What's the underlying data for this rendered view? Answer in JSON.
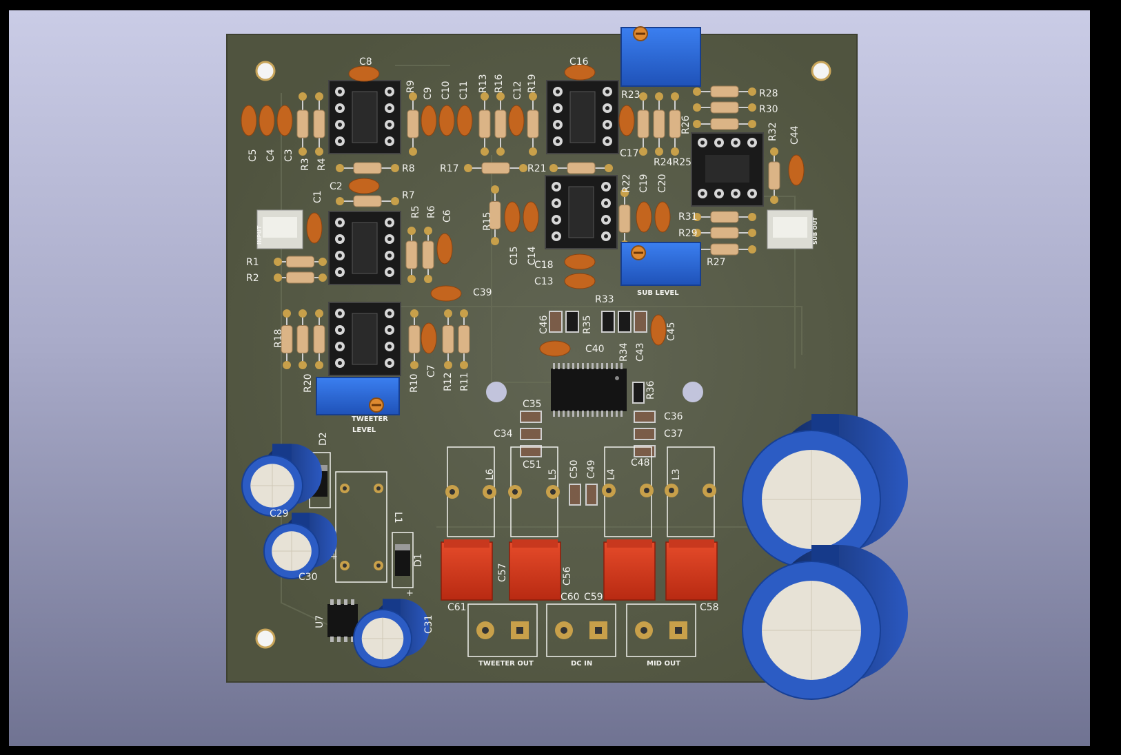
{
  "board": {
    "colors": {
      "background_top": "#cacce6",
      "background_bottom": "#707392",
      "solder_mask": "#585c48",
      "silkscreen": "#f2f2ee",
      "ic_socket": "#1a1a1a",
      "ceramic_cap": "#c4651e",
      "resistor_body": "#dbb486",
      "trimmer": "#2f6ed8",
      "film_cap": "#d8391f",
      "electrolytic_sleeve": "#2c5cc4",
      "pad_gold": "#c8a04a"
    },
    "component_labels": {
      "C1": "C1",
      "C2": "C2",
      "C3": "C3",
      "C4": "C4",
      "C5": "C5",
      "C6": "C6",
      "C7": "C7",
      "C8": "C8",
      "C9": "C9",
      "C10": "C10",
      "C11": "C11",
      "C12": "C12",
      "C13": "C13",
      "C14": "C14",
      "C15": "C15",
      "C16": "C16",
      "C17": "C17",
      "C18": "C18",
      "C19": "C19",
      "C20": "C20",
      "C29": "C29",
      "C30": "C30",
      "C31": "C31",
      "C34": "C34",
      "C35": "C35",
      "C36": "C36",
      "C37": "C37",
      "C39": "C39",
      "C40": "C40",
      "C43": "C43",
      "C44": "C44",
      "C45": "C45",
      "C46": "C46",
      "C48": "C48",
      "C49": "C49",
      "C50": "C50",
      "C51": "C51",
      "C56": "C56",
      "C57": "C57",
      "C58": "C58",
      "C59": "C59",
      "C60": "C60",
      "C61": "C61",
      "R1": "R1",
      "R2": "R2",
      "R3": "R3",
      "R4": "R4",
      "R5": "R5",
      "R6": "R6",
      "R7": "R7",
      "R8": "R8",
      "R9": "R9",
      "R10": "R10",
      "R11": "R11",
      "R12": "R12",
      "R13": "R13",
      "R15": "R15",
      "R16": "R16",
      "R17": "R17",
      "R18": "R18",
      "R19": "R19",
      "R20": "R20",
      "R21": "R21",
      "R22": "R22",
      "R23": "R23",
      "R24R25": "R24R25",
      "R26": "R26",
      "R27": "R27",
      "R28": "R28",
      "R29": "R29",
      "R30": "R30",
      "R31": "R31",
      "R32": "R32",
      "R33": "R33",
      "R34": "R34",
      "R35": "R35",
      "R36": "R36",
      "D1": "D1",
      "D2": "D2",
      "L1": "L1",
      "L3": "L3",
      "L4": "L4",
      "L5": "L5",
      "L6": "L6",
      "U7": "U7"
    },
    "silkscreen_text": {
      "sub_level": "SUB LEVEL",
      "tweeter_level_1": "TWEETER",
      "tweeter_level_2": "LEVEL",
      "tweeter_out": "TWEETER OUT",
      "dc_in": "DC IN",
      "mid_out": "MID OUT",
      "input": "INPUT",
      "sub_out": "SUB OUT",
      "plus": "+"
    },
    "icons": {
      "trimmer": "trimmer-potentiometer-icon",
      "ic": "ic-socket-icon",
      "electrolytic": "electrolytic-capacitor-icon",
      "terminal": "screw-terminal-icon",
      "connector": "jst-connector-icon"
    }
  }
}
